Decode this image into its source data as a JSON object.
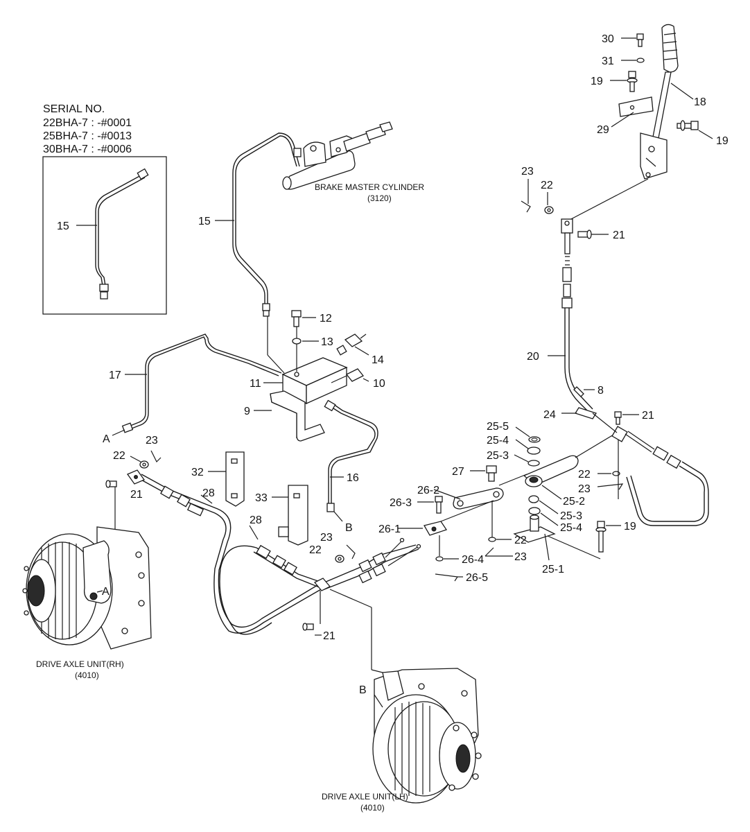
{
  "serial": {
    "title": "SERIAL NO.",
    "lines": [
      "22BHA-7 : -#0001",
      "25BHA-7 : -#0013",
      "30BHA-7 : -#0006"
    ]
  },
  "captions": {
    "master_cylinder": "BRAKE MASTER CYLINDER",
    "master_cylinder_code": "(3120)",
    "axle_rh": "DRIVE AXLE UNIT(RH)",
    "axle_rh_code": "(4010)",
    "axle_lh": "DRIVE AXLE UNIT(LH)",
    "axle_lh_code": "(4010)"
  },
  "labels": {
    "l15_inset": "15",
    "l15": "15",
    "l30": "30",
    "l31": "31",
    "l19_top": "19",
    "l18": "18",
    "l29": "29",
    "l19_mid": "19",
    "l23_top": "23",
    "l22_top": "22",
    "l21_top": "21",
    "l12": "12",
    "l13": "13",
    "l14": "14",
    "l10": "10",
    "l11": "11",
    "l17": "17",
    "l9": "9",
    "l20": "20",
    "l8": "8",
    "l24": "24",
    "l21_right": "21",
    "l25_5": "25-5",
    "l25_4a": "25-4",
    "l25_3a": "25-3",
    "l27": "27",
    "l22_right": "22",
    "l23_right": "23",
    "l25_2": "25-2",
    "l25_3b": "25-3",
    "l25_4b": "25-4",
    "l19_bot": "19",
    "l26_2": "26-2",
    "l26_3": "26-3",
    "l26_1": "26-1",
    "l22_mid": "22",
    "l23_mid": "23",
    "l26_4": "26-4",
    "l26_5": "26-5",
    "l25_1": "25-1",
    "l16": "16",
    "l_b": "B",
    "l23_center": "23",
    "l22_center": "22",
    "l28a": "28",
    "l28b": "28",
    "l32": "32",
    "l33": "33",
    "l_a": "A",
    "l23_left": "23",
    "l22_left": "22",
    "l21_left": "21",
    "l21_bottom": "21",
    "l_a_axle": "A",
    "l_b_axle": "B"
  }
}
